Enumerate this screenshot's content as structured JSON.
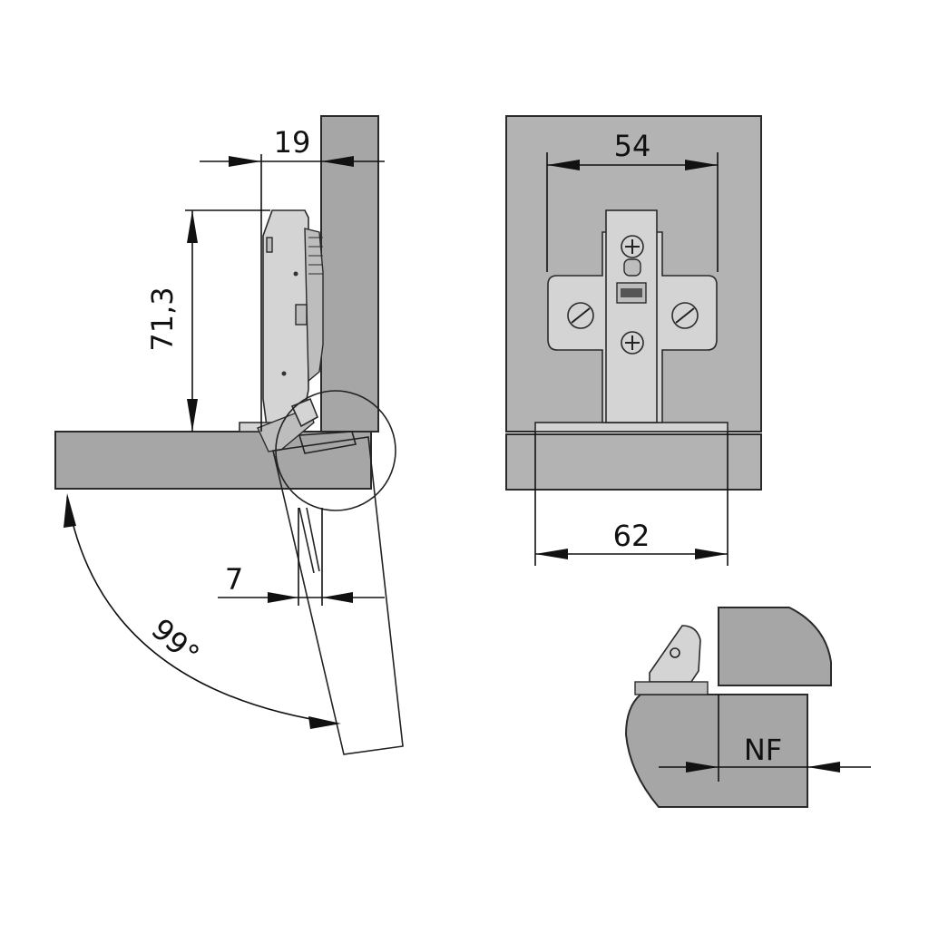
{
  "dimensions": {
    "frame_thickness": "19",
    "height": "71,3",
    "door_offset": "7",
    "opening_angle": "99°",
    "plate_screw_spacing": "54",
    "plate_length": "62",
    "overlay_type": "NF"
  },
  "colors": {
    "panel": "#a6a6a6",
    "metal": "#d4d4d4",
    "line": "#111111"
  }
}
